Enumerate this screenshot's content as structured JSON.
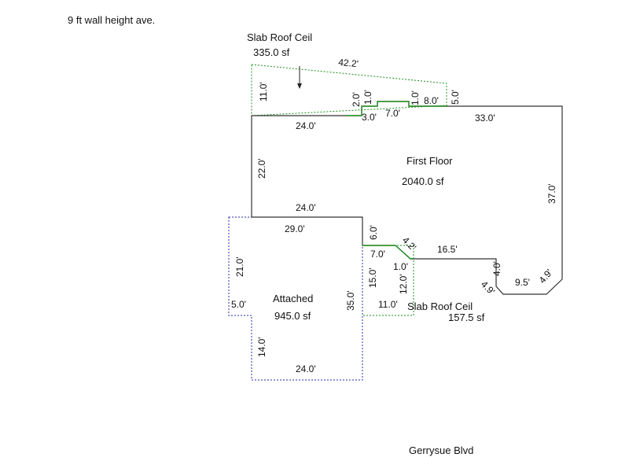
{
  "header": {
    "note": "9 ft wall height ave."
  },
  "footer": {
    "street": "Gerrysue Blvd"
  },
  "colors": {
    "wall": "#333333",
    "slab": "#1e8f1e",
    "attached": "#2b2bb0"
  },
  "areas": {
    "slab_top": {
      "label": "Slab Roof Ceil",
      "size": "335.0 sf"
    },
    "first_floor": {
      "label": "First Floor",
      "size": "2040.0 sf"
    },
    "attached": {
      "label": "Attached",
      "size": "945.0 sf"
    },
    "slab_bottom": {
      "label": "Slab Roof Ceil",
      "size": "157.5 sf"
    }
  },
  "dims": {
    "slab_top_diag": "42.2'",
    "slab_top_left": "11.0'",
    "slab_top_right": "5.0'",
    "step_2": "2.0'",
    "step_1a": "1.0'",
    "step_1b": "1.0'",
    "bump_7": "7.0'",
    "ledge_8": "8.0'",
    "jog_3": "3.0'",
    "top_24": "24.0'",
    "top_33": "33.0'",
    "left_22": "22.0'",
    "right_37": "37.0'",
    "mid_24": "24.0'",
    "att_top_29": "29.0'",
    "jog_6": "6.0'",
    "diag_4_2": "4.2'",
    "ledge_7": "7.0'",
    "run_16_5": "16.5'",
    "small_1": "1.0'",
    "drop_4": "4.0'",
    "bev_left": "4.9'",
    "bev_bottom": "9.5'",
    "bev_right": "4.9'",
    "att_left_21": "21.0'",
    "att_notch_5": "5.0'",
    "att_right_35": "35.0'",
    "slab2_left_15": "15.0'",
    "slab2_right_12": "12.0'",
    "slab2_bottom_11": "11.0'",
    "att_left_14": "14.0'",
    "att_bottom_24": "24.0'"
  }
}
